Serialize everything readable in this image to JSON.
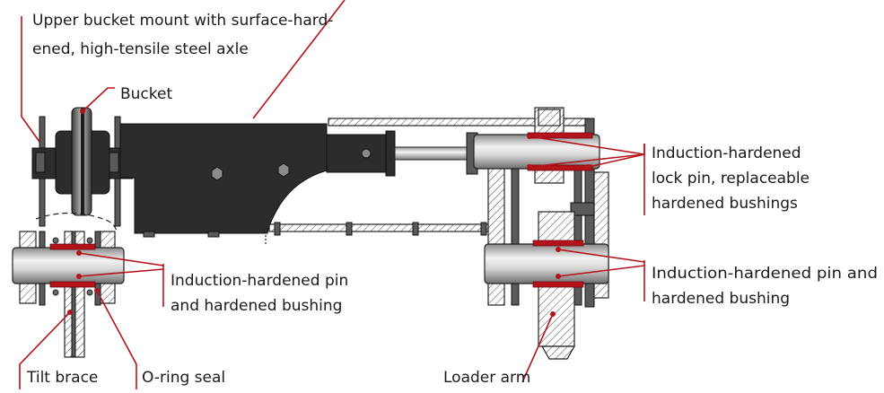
{
  "labels": {
    "upper_mount_line1": "Upper bucket mount with surface-hard-",
    "upper_mount_line2": "ened, high-tensile steel axle",
    "bucket": "Bucket",
    "lock_pin_line1": "Induction-hardened",
    "lock_pin_line2": "lock pin, replaceable",
    "lock_pin_line3": "hardened bushings",
    "pin_bushing_left_line1": "Induction-hardened pin",
    "pin_bushing_left_line2": "and hardened bushing",
    "pin_bushing_right_line1": "Induction-hardened pin and",
    "pin_bushing_right_line2": "hardened bushing",
    "tilt_brace": "Tilt brace",
    "o_ring_seal": "O-ring seal",
    "loader_arm": "Loader arm"
  },
  "colors": {
    "leader": "#b5121b",
    "steel_dark": "#2c2c2c",
    "bushing_red": "#b5121b"
  }
}
